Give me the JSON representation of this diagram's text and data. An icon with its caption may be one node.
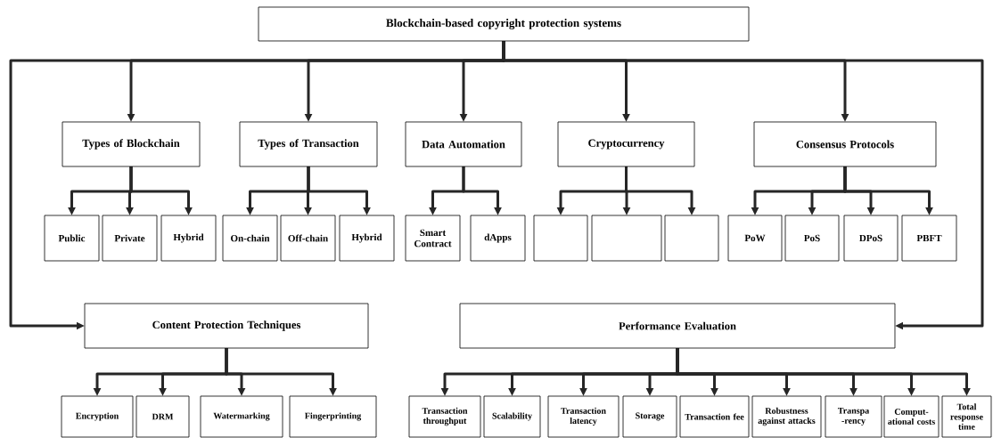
{
  "diagram": {
    "nodes": [
      {
        "text": [
          "Blockchain-based copyright protection systems"
        ]
      },
      {
        "text": [
          "Types of Blockchain"
        ]
      },
      {
        "text": [
          "Types of Transaction"
        ]
      },
      {
        "text": [
          "Data Automation"
        ]
      },
      {
        "text": [
          "Cryptocurrency"
        ]
      },
      {
        "text": [
          "Consensus Protocols"
        ]
      },
      {
        "text": [
          "Public"
        ]
      },
      {
        "text": [
          "Private"
        ]
      },
      {
        "text": [
          "Hybrid"
        ]
      },
      {
        "text": [
          "On-chain"
        ]
      },
      {
        "text": [
          "Off-chain"
        ]
      },
      {
        "text": [
          "Hybrid"
        ]
      },
      {
        "text": [
          "Smart Contract"
        ]
      },
      {
        "text": [
          "dApps"
        ]
      },
      {
        "text": [],
        "shape": "box"
      },
      {
        "text": [],
        "shape": "box"
      },
      {
        "text": [],
        "shape": "box"
      },
      {
        "text": [
          "PoW"
        ]
      },
      {
        "text": [
          "PoS"
        ]
      },
      {
        "text": [
          "DPoS"
        ]
      },
      {
        "text": [
          "PBFT"
        ]
      },
      {
        "text": [
          "Content Protection Techniques"
        ]
      },
      {
        "text": [
          "Performance Evaluation"
        ]
      },
      {
        "text": [
          "Encryption"
        ]
      },
      {
        "text": [
          "DRM"
        ]
      },
      {
        "text": [
          "Watermarking"
        ]
      },
      {
        "text": [
          "Fingerprinting"
        ]
      },
      {
        "text": [
          "Transaction throughput"
        ]
      },
      {
        "text": [
          "Scalability"
        ]
      },
      {
        "text": [
          "Transaction latency"
        ]
      },
      {
        "text": [
          "Storage"
        ]
      },
      {
        "text": [
          "Transaction fee"
        ]
      },
      {
        "text": [
          "Robustness against attacks"
        ]
      },
      {
        "text": [
          "Transpa -rency"
        ]
      },
      {
        "text": [
          "Comput-ational costs"
        ]
      },
      {
        "text": [
          "Total response time"
        ]
      }
    ],
    "edges": [
      {
        "from": 0,
        "to": 1,
        "arrow": "to"
      },
      {
        "from": 0,
        "to": 2,
        "arrow": "to"
      },
      {
        "from": 0,
        "to": 3,
        "arrow": "to"
      },
      {
        "from": 0,
        "to": 4,
        "arrow": "to"
      },
      {
        "from": 0,
        "to": 5,
        "arrow": "to"
      },
      {
        "from": 0,
        "to": 21,
        "arrow": "to"
      },
      {
        "from": 0,
        "to": 22,
        "arrow": "to"
      },
      {
        "from": 1,
        "to": 6,
        "arrow": "to"
      },
      {
        "from": 1,
        "to": 7,
        "arrow": "to"
      },
      {
        "from": 1,
        "to": 8,
        "arrow": "to"
      },
      {
        "from": 2,
        "to": 9,
        "arrow": "to"
      },
      {
        "from": 2,
        "to": 10,
        "arrow": "to"
      },
      {
        "from": 2,
        "to": 11,
        "arrow": "to"
      },
      {
        "from": 3,
        "to": 12,
        "arrow": "to"
      },
      {
        "from": 3,
        "to": 13,
        "arrow": "to"
      },
      {
        "from": 4,
        "to": 14,
        "arrow": "to"
      },
      {
        "from": 4,
        "to": 15,
        "arrow": "to"
      },
      {
        "from": 4,
        "to": 16,
        "arrow": "to"
      },
      {
        "from": 5,
        "to": 17,
        "arrow": "to"
      },
      {
        "from": 5,
        "to": 18,
        "arrow": "to"
      },
      {
        "from": 5,
        "to": 19,
        "arrow": "to"
      },
      {
        "from": 5,
        "to": 20,
        "arrow": "to"
      },
      {
        "from": 21,
        "to": 23,
        "arrow": "to"
      },
      {
        "from": 21,
        "to": 24,
        "arrow": "to"
      },
      {
        "from": 21,
        "to": 25,
        "arrow": "to"
      },
      {
        "from": 21,
        "to": 26,
        "arrow": "to"
      },
      {
        "from": 22,
        "to": 27,
        "arrow": "to"
      },
      {
        "from": 22,
        "to": 28,
        "arrow": "to"
      },
      {
        "from": 22,
        "to": 29,
        "arrow": "to"
      },
      {
        "from": 22,
        "to": 30,
        "arrow": "to"
      },
      {
        "from": 22,
        "to": 31,
        "arrow": "to"
      },
      {
        "from": 22,
        "to": 32,
        "arrow": "to"
      },
      {
        "from": 22,
        "to": 33,
        "arrow": "to"
      },
      {
        "from": 22,
        "to": 34,
        "arrow": "to"
      },
      {
        "from": 22,
        "to": 35,
        "arrow": "to"
      }
    ]
  }
}
